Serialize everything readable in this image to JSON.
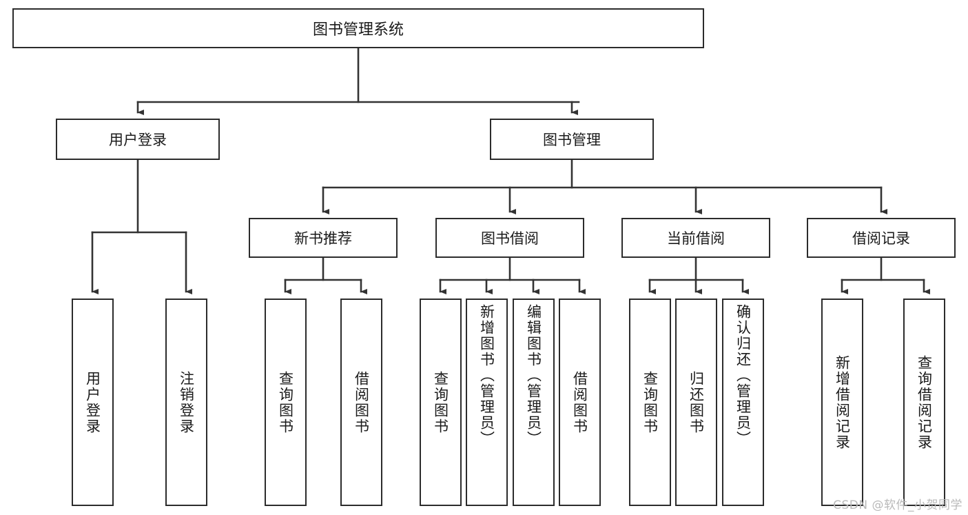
{
  "diagram": {
    "title": "图书管理系统",
    "type": "tree-hierarchy",
    "watermark": "CSDN @软件_小贺同学",
    "nodes": {
      "root": {
        "label": "图书管理系统"
      },
      "level2": [
        {
          "id": "user-login",
          "label": "用户登录"
        },
        {
          "id": "book-manage",
          "label": "图书管理"
        }
      ],
      "level3": [
        {
          "id": "new-book-rec",
          "label": "新书推荐"
        },
        {
          "id": "book-borrow",
          "label": "图书借阅"
        },
        {
          "id": "current-borrow",
          "label": "当前借阅"
        },
        {
          "id": "borrow-record",
          "label": "借阅记录"
        }
      ],
      "leaves": {
        "user_login": [
          {
            "id": "leaf-user-login",
            "label": "用户登录"
          },
          {
            "id": "leaf-logout-login",
            "label": "注销登录"
          }
        ],
        "new_book_rec": [
          {
            "id": "leaf-query-book-1",
            "label": "查询图书"
          },
          {
            "id": "leaf-borrow-book-1",
            "label": "借阅图书"
          }
        ],
        "book_borrow": [
          {
            "id": "leaf-query-book-2",
            "label": "查询图书"
          },
          {
            "id": "leaf-add-book",
            "label": "新增图书（管理员）"
          },
          {
            "id": "leaf-edit-book",
            "label": "编辑图书（管理员）"
          },
          {
            "id": "leaf-borrow-book-2",
            "label": "借阅图书"
          }
        ],
        "current_borrow": [
          {
            "id": "leaf-query-book-3",
            "label": "查询图书"
          },
          {
            "id": "leaf-return-book",
            "label": "归还图书"
          },
          {
            "id": "leaf-confirm-return",
            "label": "确认归还（管理员）"
          }
        ],
        "borrow_record": [
          {
            "id": "leaf-add-record",
            "label": "新增借阅记录"
          },
          {
            "id": "leaf-query-record",
            "label": "查询借阅记录"
          }
        ]
      }
    },
    "colors": {
      "border": "#2b2b2b",
      "edge": "#333333",
      "text": "#1a1a1a",
      "background": "#ffffff",
      "watermark": "#b9b9b9"
    }
  }
}
